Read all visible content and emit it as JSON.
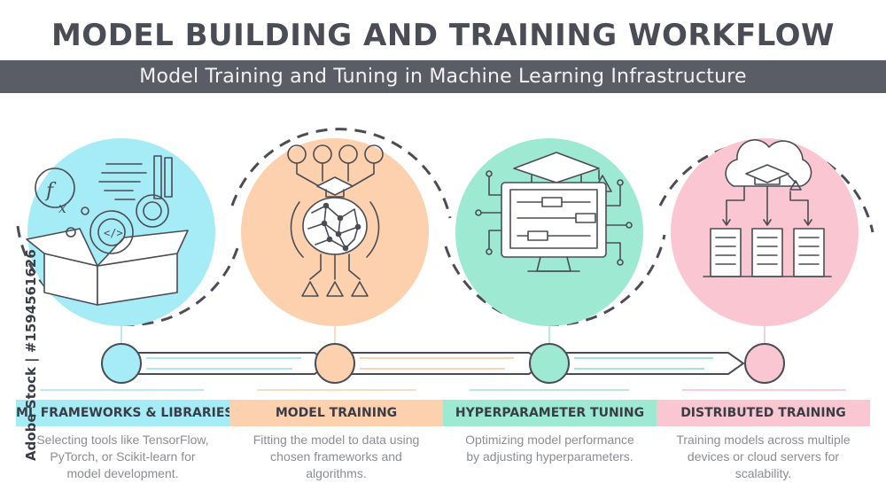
{
  "header": {
    "title": "MODEL BUILDING AND TRAINING WORKFLOW",
    "subtitle": "Model Training and Tuning in Machine Learning Infrastructure"
  },
  "steps": [
    {
      "label": "ML FRAMEWORKS & LIBRARIES",
      "desc": [
        "Selecting tools like TensorFlow,",
        "PyTorch, or Scikit-learn for",
        "model development."
      ],
      "color": "#a6ecf7",
      "band_color": "#a6ecf7",
      "icon": "open-box-code-gears-icon"
    },
    {
      "label": "MODEL TRAINING",
      "desc": [
        "Fitting the model to data using",
        "chosen frameworks and",
        "algorithms."
      ],
      "color": "#fdd1ad",
      "band_color": "#fdd1ad",
      "icon": "ai-brain-network-icon"
    },
    {
      "label": "HYPERPARAMETER TUNING",
      "desc": [
        "Optimizing model performance",
        "by adjusting hyperparameters."
      ],
      "color": "#9ee9d1",
      "band_color": "#9ee9d1",
      "icon": "monitor-sliders-icon"
    },
    {
      "label": "DISTRIBUTED TRAINING",
      "desc": [
        "Training models across multiple",
        "devices or cloud servers for",
        "scalability."
      ],
      "color": "#f9c6d1",
      "band_color": "#f9c6d1",
      "icon": "cloud-servers-icon"
    }
  ],
  "watermark": "Adobe Stock | #1594561626",
  "colors": {
    "line": "#4a4d55",
    "bar": "#5a5d65"
  }
}
